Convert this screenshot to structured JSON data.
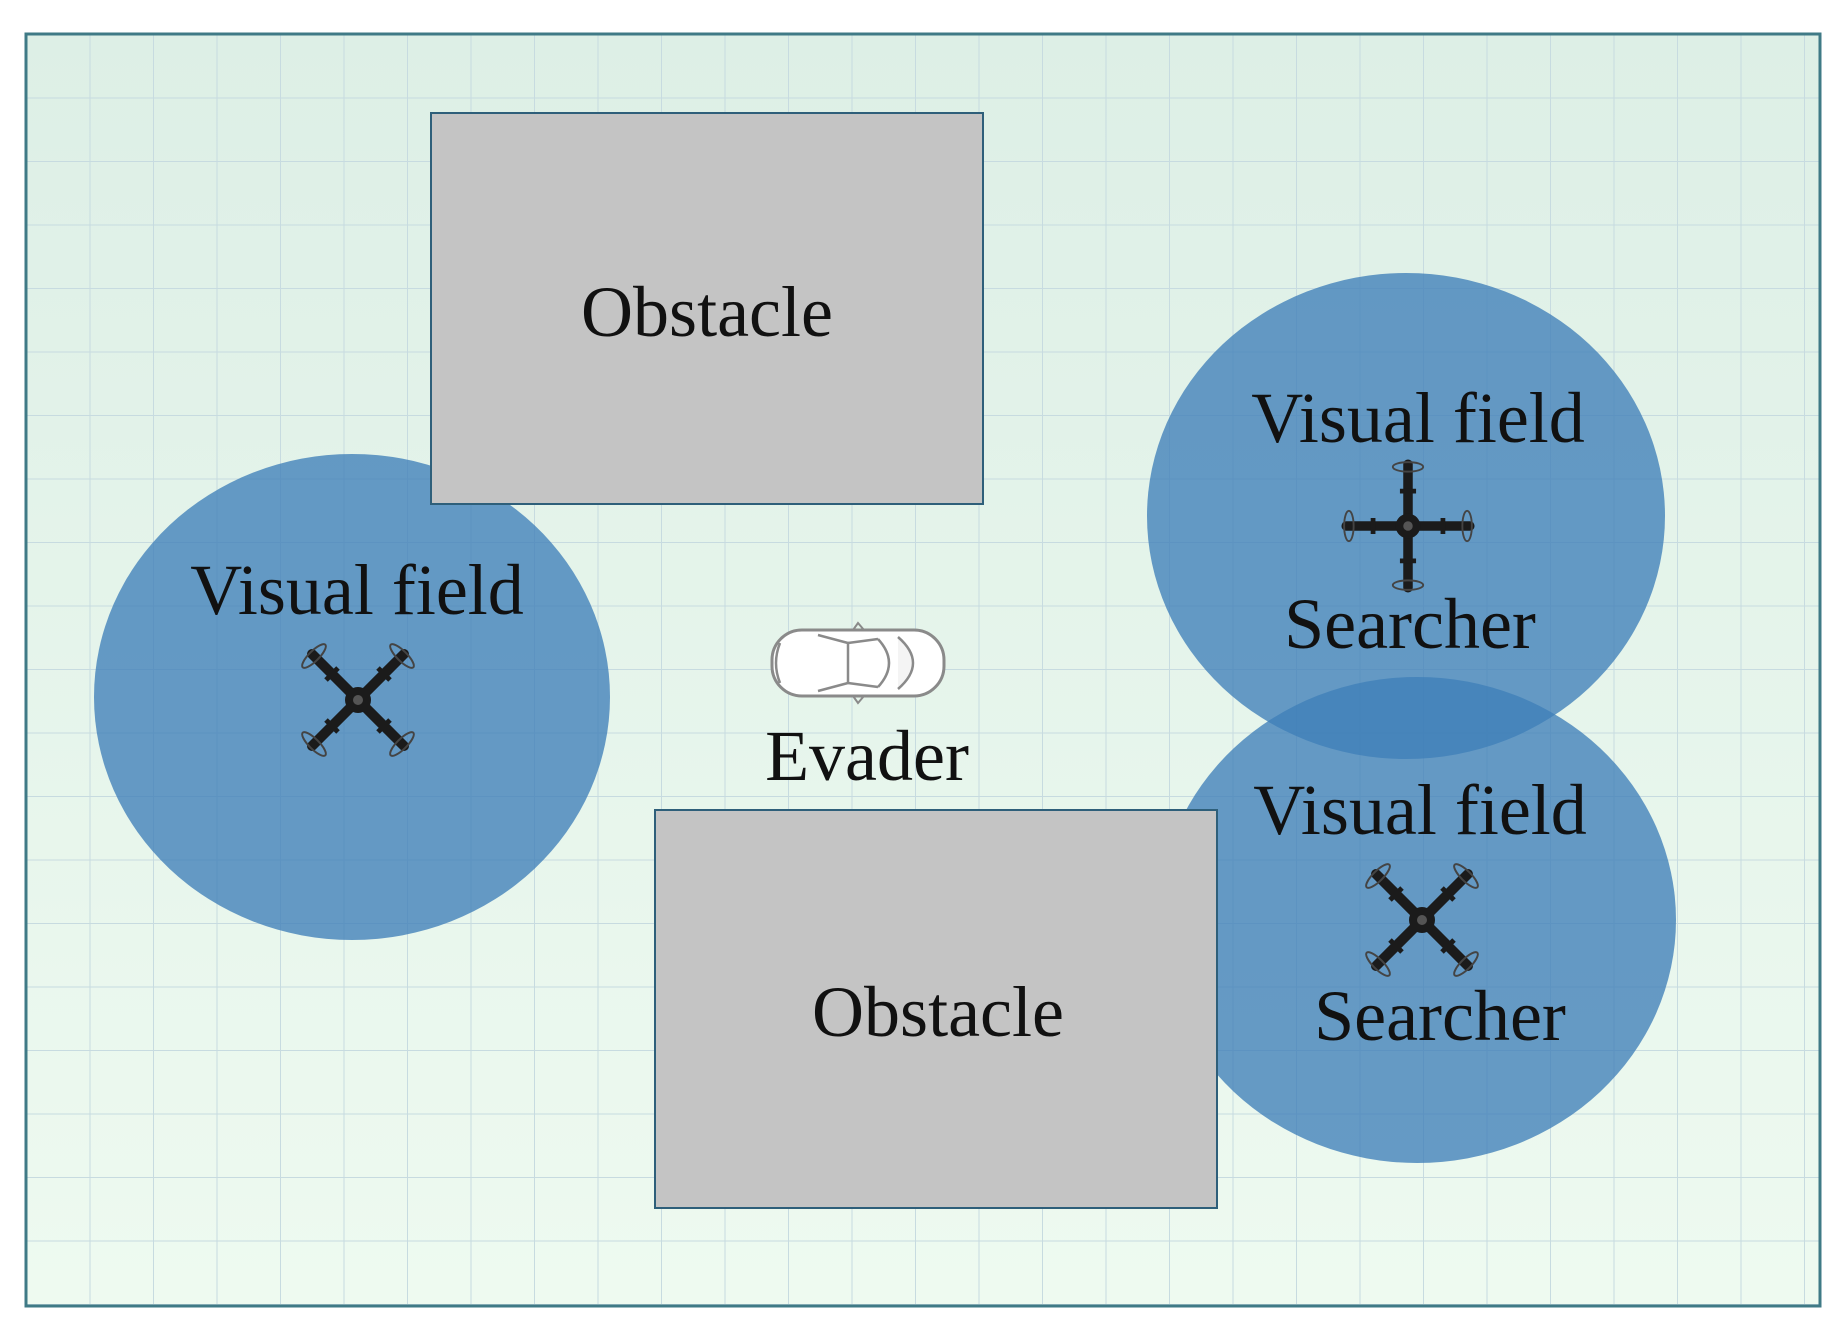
{
  "colors": {
    "background": "#e9f6ec",
    "grid": "#c7dbe0",
    "border": "#3f7a86",
    "obstacle_fill": "#c4c4c4",
    "obstacle_stroke": "#2e5f7a",
    "visual_field": "#3f7fb8",
    "text": "#111111"
  },
  "obstacles": [
    {
      "label": "Obstacle"
    },
    {
      "label": "Obstacle"
    }
  ],
  "visual_fields": [
    {
      "label": "Visual field",
      "agent_icon": "quadrotor-drone-icon"
    },
    {
      "label": "Visual field",
      "agent_icon": "quadrotor-drone-icon",
      "agent_label": "Searcher"
    },
    {
      "label": "Visual field",
      "agent_icon": "quadrotor-drone-icon",
      "agent_label": "Searcher"
    }
  ],
  "evader": {
    "label": "Evader",
    "icon": "car-top-view-icon"
  }
}
